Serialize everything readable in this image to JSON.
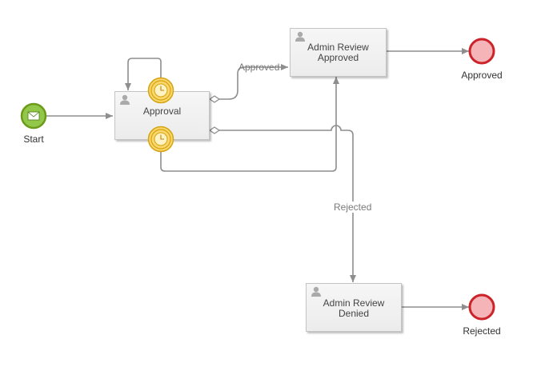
{
  "colors": {
    "flow": "#8e8e8e",
    "start_stroke": "#6c9a1a",
    "start_fill": "#93c74a",
    "end_stroke": "#cc2229",
    "end_fill": "#f5b5b8",
    "timer_stroke": "#d6a312",
    "timer_fill": "#f9d76a",
    "task_border": "#c4c4c4",
    "task_fill": "#f1f1f1"
  },
  "icons": {
    "start": "envelope-icon",
    "timer": "clock-icon",
    "task": "user-icon",
    "gateway": "diamond-icon"
  },
  "diagram": {
    "start_event": {
      "label": "Start"
    },
    "tasks": {
      "approval": {
        "label": "Approval"
      },
      "admin_review_approved": {
        "line1": "Admin Review",
        "line2": "Approved"
      },
      "admin_review_denied": {
        "line1": "Admin Review",
        "line2": "Denied"
      }
    },
    "end_events": {
      "approved": {
        "label": "Approved"
      },
      "rejected": {
        "label": "Rejected"
      }
    },
    "flow_labels": {
      "approved": "Approved",
      "rejected": "Rejected"
    }
  }
}
